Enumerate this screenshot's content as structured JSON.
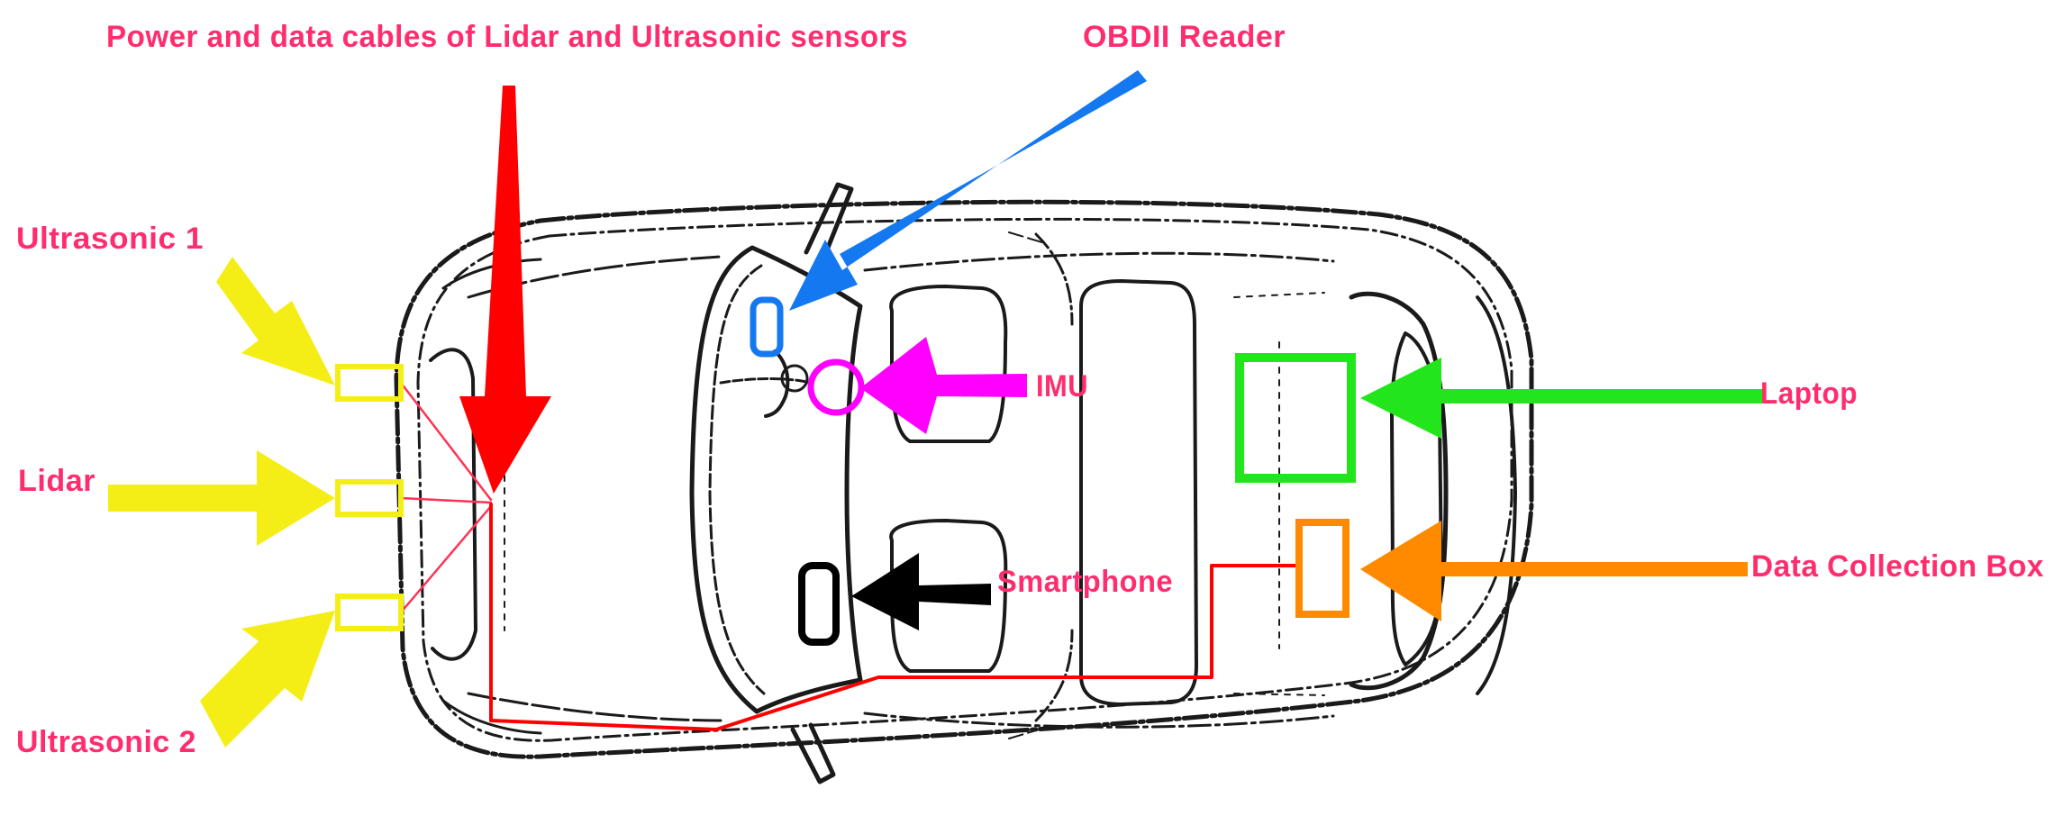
{
  "labels": {
    "cables": "Power and data cables of Lidar and Ultrasonic sensors",
    "obd": "OBDII Reader",
    "ultrasonic1": "Ultrasonic 1",
    "lidar": "Lidar",
    "ultrasonic2": "Ultrasonic 2",
    "imu": "IMU",
    "laptop": "Laptop",
    "smartphone": "Smartphone",
    "dcb": "Data Collection Box"
  },
  "colors": {
    "label_text": "#ff2d6e",
    "sensor_yellow": "#f5ee16",
    "cable_red": "#ff0000",
    "obd_blue": "#1478f0",
    "imu_magenta": "#ff00ff",
    "laptop_green": "#22e51c",
    "dcb_orange": "#ff8a00",
    "smartphone_black": "#000000",
    "car_outline": "#1a1a1a"
  }
}
